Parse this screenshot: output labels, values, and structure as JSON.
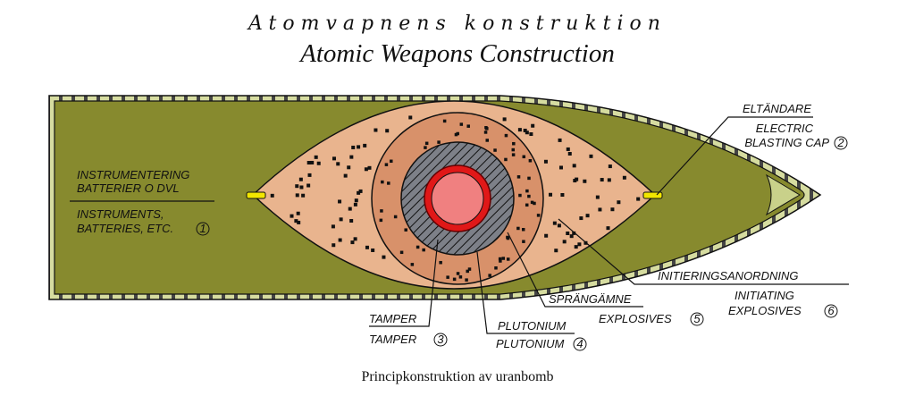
{
  "title_swedish": "Atomvapnens konstruktion",
  "title_english": "Atomic Weapons Construction",
  "caption": "Principkonstruktion av uranbomb",
  "labels": {
    "instruments": {
      "sv1": "INSTRUMENTERING",
      "sv2": "BATTERIER O DVL",
      "en1": "INSTRUMENTS,",
      "en2": "BATTERIES, ETC.",
      "num": "1"
    },
    "blasting_cap": {
      "sv": "ELTÄNDARE",
      "en1": "ELECTRIC",
      "en2": "BLASTING CAP",
      "num": "2"
    },
    "tamper": {
      "sv": "TAMPER",
      "en": "TAMPER",
      "num": "3"
    },
    "plutonium": {
      "sv": "PLUTONIUM",
      "en": "PLUTONIUM",
      "num": "4"
    },
    "explosives": {
      "sv": "SPRÄNGÄMNE",
      "en": "EXPLOSIVES",
      "num": "5"
    },
    "initiating": {
      "sv": "INITIERINGSANORDNING",
      "en1": "INITIATING",
      "en2": "EXPLOSIVES",
      "num": "6"
    }
  },
  "colors": {
    "casing": "#878a2e",
    "shell": "#d6dca0",
    "initiating": "#e9b48e",
    "explosive": "#d8916a",
    "tamper": "#7d8088",
    "plutonium_ring": "#e01818",
    "core": "#f08080",
    "cap": "#f2e600"
  }
}
